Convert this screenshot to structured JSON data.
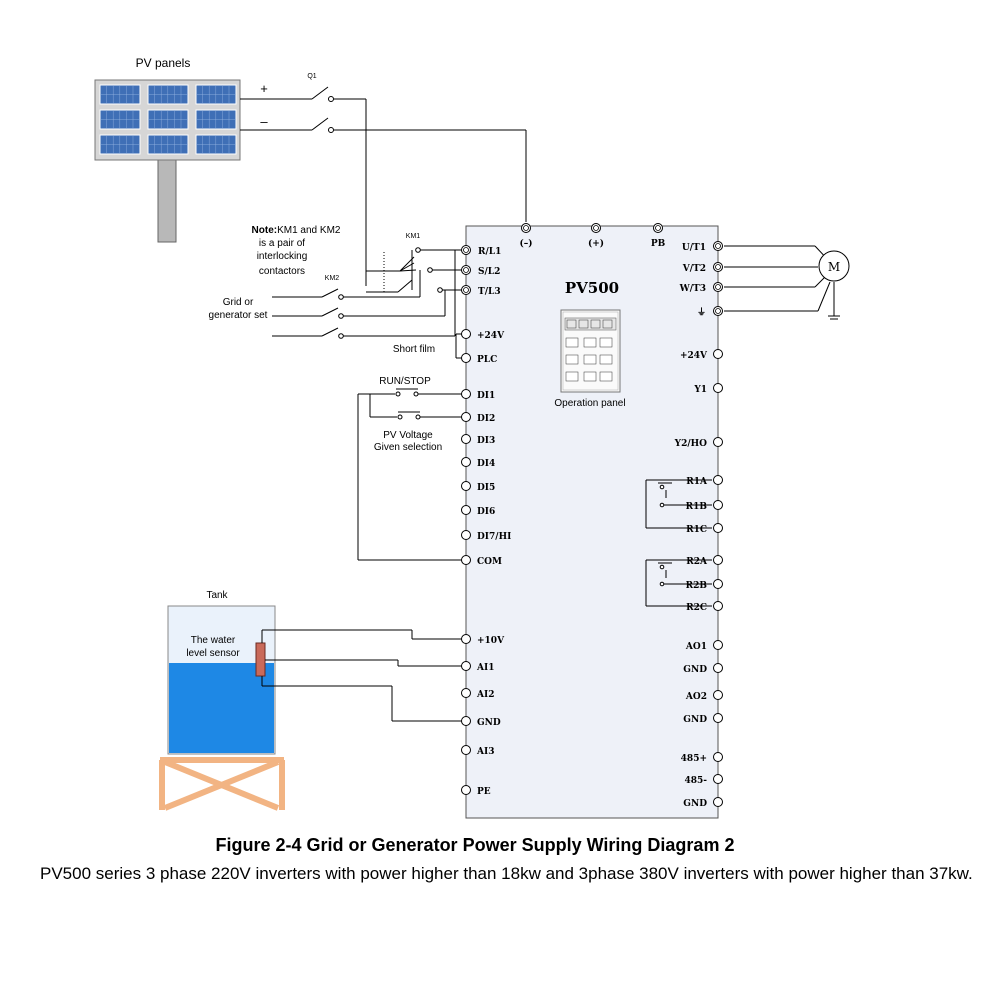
{
  "labels": {
    "pv_panels": "PV panels",
    "plus": "+",
    "minus": "–",
    "q1": "Q1",
    "note_bold": "Note:",
    "note_line1": "KM1 and KM2",
    "note_line2": "is a pair of",
    "note_line3": "interlocking",
    "note_line4": "contactors",
    "km1": "KM1",
    "km2": "KM2",
    "grid_line1": "Grid or",
    "grid_line2": "generator set",
    "short_film": "Short film",
    "run_stop": "RUN/STOP",
    "pv_voltage_line1": "PV Voltage",
    "pv_voltage_line2": "Given selection",
    "tank": "Tank",
    "sensor_line1": "The water",
    "sensor_line2": "level sensor",
    "inverter_name": "PV500",
    "operation_panel": "Operation panel",
    "motor": "M"
  },
  "terminals": {
    "top": [
      "(–)",
      "(+)",
      "PB"
    ],
    "input": [
      "R/L1",
      "S/L2",
      "T/L3"
    ],
    "output": [
      "U/T1",
      "V/T2",
      "W/T3",
      "⏚"
    ],
    "left": [
      "+24V",
      "PLC",
      "DI1",
      "DI2",
      "DI3",
      "DI4",
      "DI5",
      "DI6",
      "DI7/HI",
      "COM",
      "+10V",
      "AI1",
      "AI2",
      "GND",
      "AI3",
      "PE"
    ],
    "right": [
      "+24V",
      "Y1",
      "Y2/HO",
      "R1A",
      "R1B",
      "R1C",
      "R2A",
      "R2B",
      "R2C",
      "AO1",
      "GND",
      "AO2",
      "GND",
      "485+",
      "485-",
      "GND"
    ]
  },
  "caption": {
    "title": "Figure 2-4 Grid or Generator Power Supply Wiring Diagram 2",
    "text": "PV500 series 3 phase 220V inverters with power higher than 18kw and 3phase 380V inverters with power higher than 37kw."
  },
  "colors": {
    "inverter_fill": "#eef1f8",
    "water": "#1e88e5",
    "tank_top": "#eaf2fb",
    "stand": "#f2b483",
    "sensor": "#c96a5a",
    "panel_cell": "#3f6fb6",
    "pole": "#b8b8b8"
  }
}
